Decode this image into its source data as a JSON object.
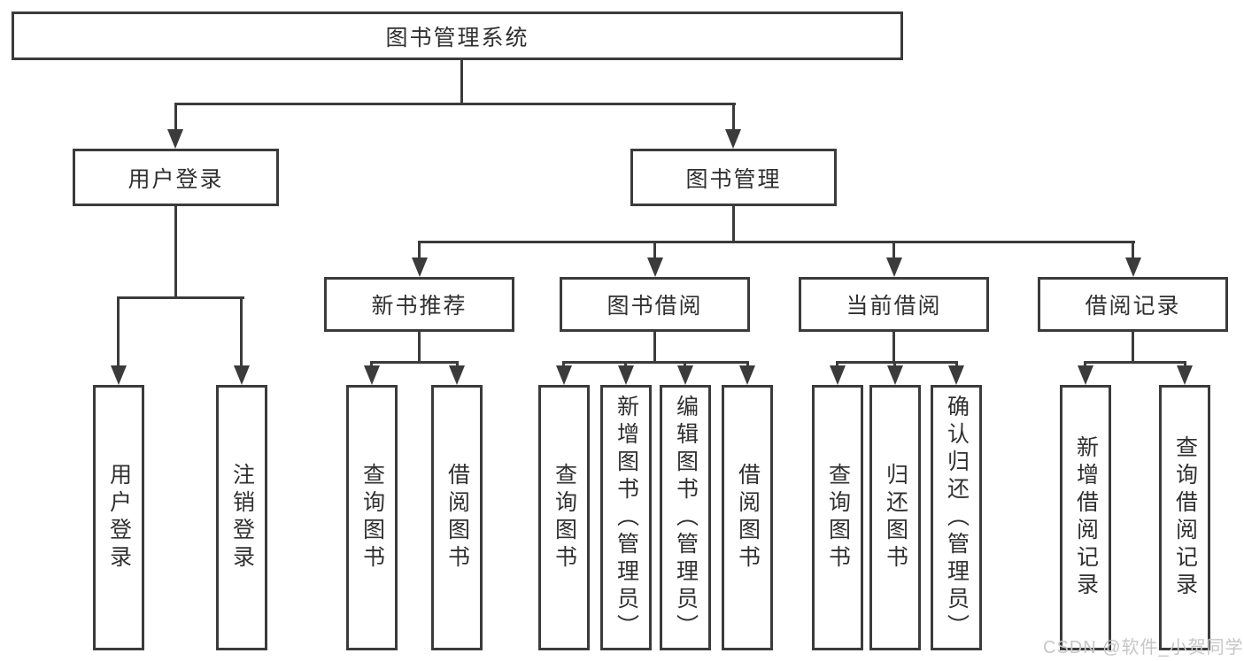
{
  "diagram": {
    "root": {
      "label": "图书管理系统"
    },
    "level2": [
      {
        "label": "用户登录"
      },
      {
        "label": "图书管理"
      }
    ],
    "level3": [
      {
        "label": "新书推荐"
      },
      {
        "label": "图书借阅"
      },
      {
        "label": "当前借阅"
      },
      {
        "label": "借阅记录"
      }
    ],
    "leaves": {
      "user_login": [
        {
          "label": "用户登录"
        },
        {
          "label": "注销登录"
        }
      ],
      "new_book": [
        {
          "label": "查询图书"
        },
        {
          "label": "借阅图书"
        }
      ],
      "book_borrow": [
        {
          "label": "查询图书"
        },
        {
          "label": "新增图书（管理员）"
        },
        {
          "label": "编辑图书（管理员）"
        },
        {
          "label": "借阅图书"
        }
      ],
      "current_borrow": [
        {
          "label": "查询图书"
        },
        {
          "label": "归还图书"
        },
        {
          "label": "确认归还（管理员）"
        }
      ],
      "borrow_records": [
        {
          "label": "新增借阅记录"
        },
        {
          "label": "查询借阅记录"
        }
      ]
    },
    "watermark": "CSDN @软件_小贺同学",
    "colors": {
      "line": "#3b3b3b",
      "text": "#303030",
      "watermark": "#c6c6c6",
      "background": "#ffffff"
    }
  }
}
